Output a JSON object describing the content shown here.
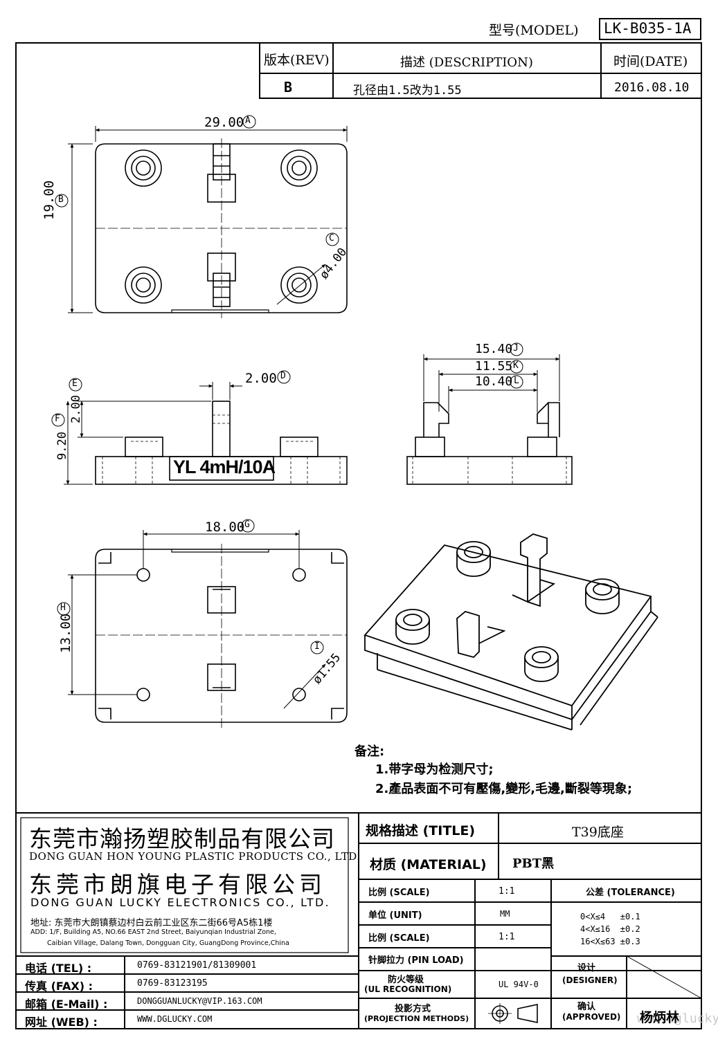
{
  "header": {
    "model_label": "型号(MODEL)",
    "model_value": "LK-B035-1A"
  },
  "revision": {
    "rev_header": "版本(REV)",
    "desc_header": "描述 (DESCRIPTION)",
    "date_header": "时间(DATE)",
    "rev": "B",
    "desc": "孔径由1.5改为1.55",
    "date": "2016.08.10"
  },
  "dims": {
    "a": "29.00",
    "b": "19.00",
    "c": "ø4.00",
    "d": "2.00",
    "e": "2.00",
    "f": "9.20",
    "g": "18.00",
    "h": "13.00",
    "i": "ø1.55",
    "j": "15.40",
    "k": "11.55",
    "l": "10.40"
  },
  "markers": {
    "a": "A",
    "b": "B",
    "c": "C",
    "d": "D",
    "e": "E",
    "f": "F",
    "g": "G",
    "h": "H",
    "i": "I",
    "j": "J",
    "k": "K",
    "l": "L"
  },
  "part_marking": "YL 4mH/10A",
  "notes": {
    "heading": "备注:",
    "line1": "1.带字母为检测尺寸;",
    "line2": "2.產品表面不可有壓傷,變形,毛邊,斷裂等現象;"
  },
  "company": {
    "name_cn_1": "东莞市瀚扬塑胶制品有限公司",
    "name_en_1": "DONG GUAN HON YOUNG PLASTIC PRODUCTS CO., LTD.",
    "name_cn_2": "东莞市朗旗电子有限公司",
    "name_en_2": "DONG GUAN LUCKY ELECTRONICS CO., LTD.",
    "address_cn": "地址: 东莞市大朗镇蔡边村白云前工业区东二街66号A5栋1楼",
    "address_en_1": "ADD: 1/F, Building A5, NO.66 EAST 2nd Street, Baiyunqian Industrial Zone,",
    "address_en_2": "Caibian Village, Dalang Town, Dongguan City, GuangDong Province,China"
  },
  "contacts": {
    "tel_label": "电话 (TEL) :",
    "tel": "0769-83121901/81309001",
    "fax_label": "传真 (FAX) :",
    "fax": "0769-83123195",
    "email_label": "邮箱 (E-Mail) :",
    "email": "DONGGUANLUCKY@VIP.163.COM",
    "web_label": "网址 (WEB) :",
    "web": "WWW.DGLUCKY.COM"
  },
  "title_block": {
    "title_label": "规格描述 (TITLE)",
    "title_value": "T39底座",
    "material_label": "材质 (MATERIAL)",
    "material_value": "PBT黑",
    "scale_label": "比例 (SCALE)",
    "scale_value": "1:1",
    "unit_label": "单位 (UNIT)",
    "unit_value": "MM",
    "scale2_label": "比例 (SCALE)",
    "scale2_value": "1:1",
    "pin_load_label": "针脚拉力 (PIN LOAD)",
    "pin_load_value": "",
    "fire_label_1": "防火等级",
    "fire_label_2": "(UL RECOGNITION)",
    "fire_value": "UL 94V-0",
    "proj_label_1": "投影方式",
    "proj_label_2": "(PROJECTION METHODS)",
    "tolerance_label": "公差 (TOLERANCE)",
    "tol_1": "0<X≤4   ±0.1",
    "tol_2": "4<X≤16  ±0.2",
    "tol_3": "16<X≤63 ±0.3",
    "designer_label_1": "设计",
    "designer_label_2": "(DESIGNER)",
    "designer_value": "",
    "approved_label_1": "确认",
    "approved_label_2": "(APPROVED)",
    "approved_value": "杨炳林"
  },
  "watermark": "www.dglucky.com"
}
